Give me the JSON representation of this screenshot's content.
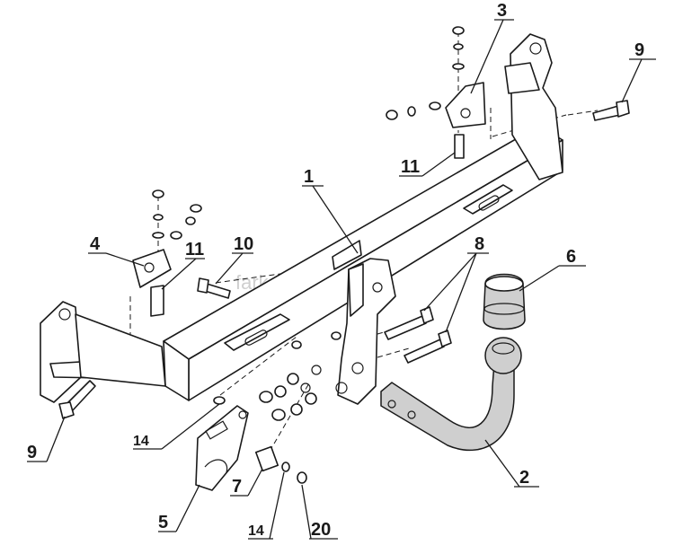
{
  "watermark": "farkop-center.ru",
  "callouts": {
    "c1": "1",
    "c2": "2",
    "c3": "3",
    "c4": "4",
    "c5": "5",
    "c6": "6",
    "c7": "7",
    "c8": "8",
    "c9_left": "9",
    "c9_right": "9",
    "c10": "10",
    "c11_left": "11",
    "c11_right": "11",
    "c14_left": "14",
    "c14_bottom": "14",
    "c20": "20"
  }
}
